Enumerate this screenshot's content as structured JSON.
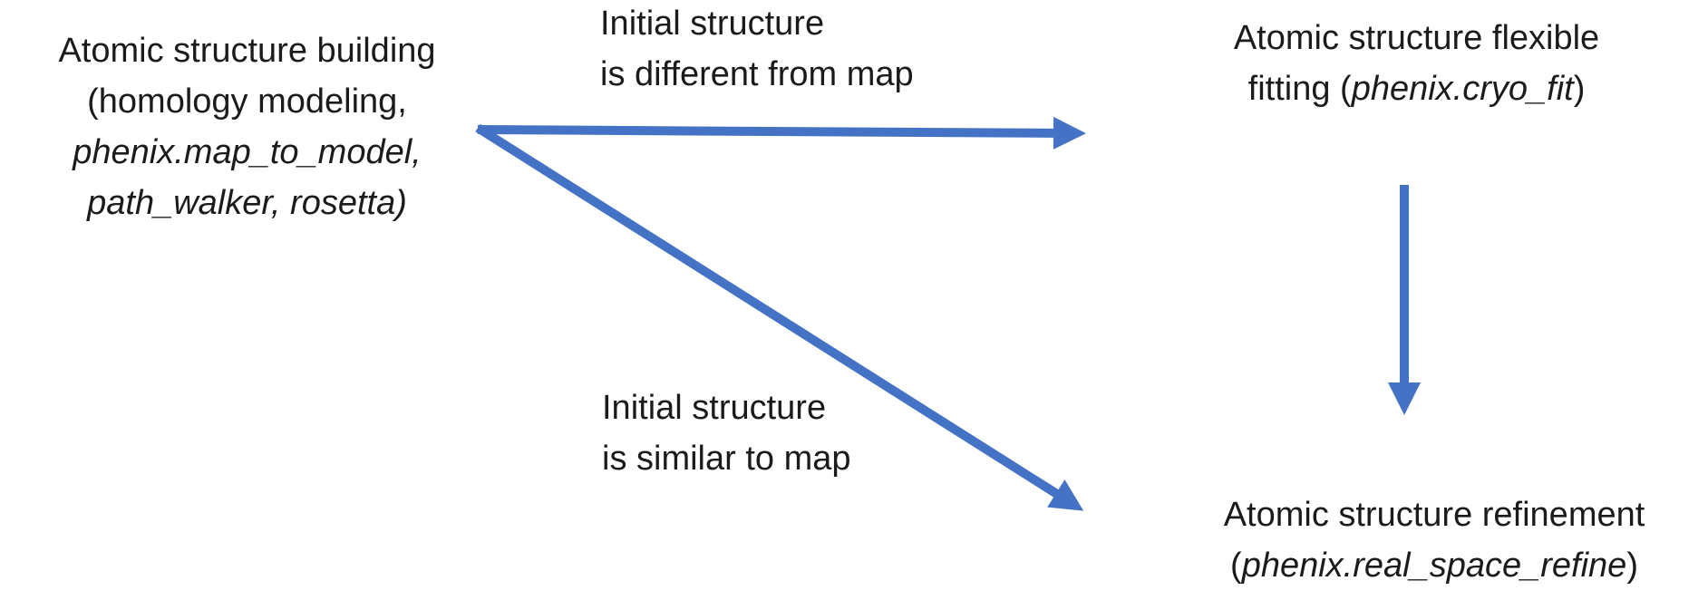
{
  "colors": {
    "arrow": "#4472C4",
    "text": "#1b1b1b",
    "background": "#ffffff"
  },
  "nodes": {
    "building": {
      "line1": "Atomic structure building",
      "line2": "(homology modeling,",
      "line3": "phenix.map_to_model,",
      "line4": "path_walker, rosetta)"
    },
    "flexible_fitting": {
      "line1": "Atomic structure flexible",
      "line2_prefix": "fitting (",
      "line2_tool": "phenix.cryo_fit",
      "line2_suffix": ")"
    },
    "refinement": {
      "line1": "Atomic structure refinement",
      "line2_prefix": "(",
      "line2_tool": "phenix.real_space_refine",
      "line2_suffix": ")"
    }
  },
  "edges": {
    "different": {
      "line1": "Initial structure",
      "line2": "is different from map"
    },
    "similar": {
      "line1": "Initial structure",
      "line2": "is similar to map"
    }
  }
}
